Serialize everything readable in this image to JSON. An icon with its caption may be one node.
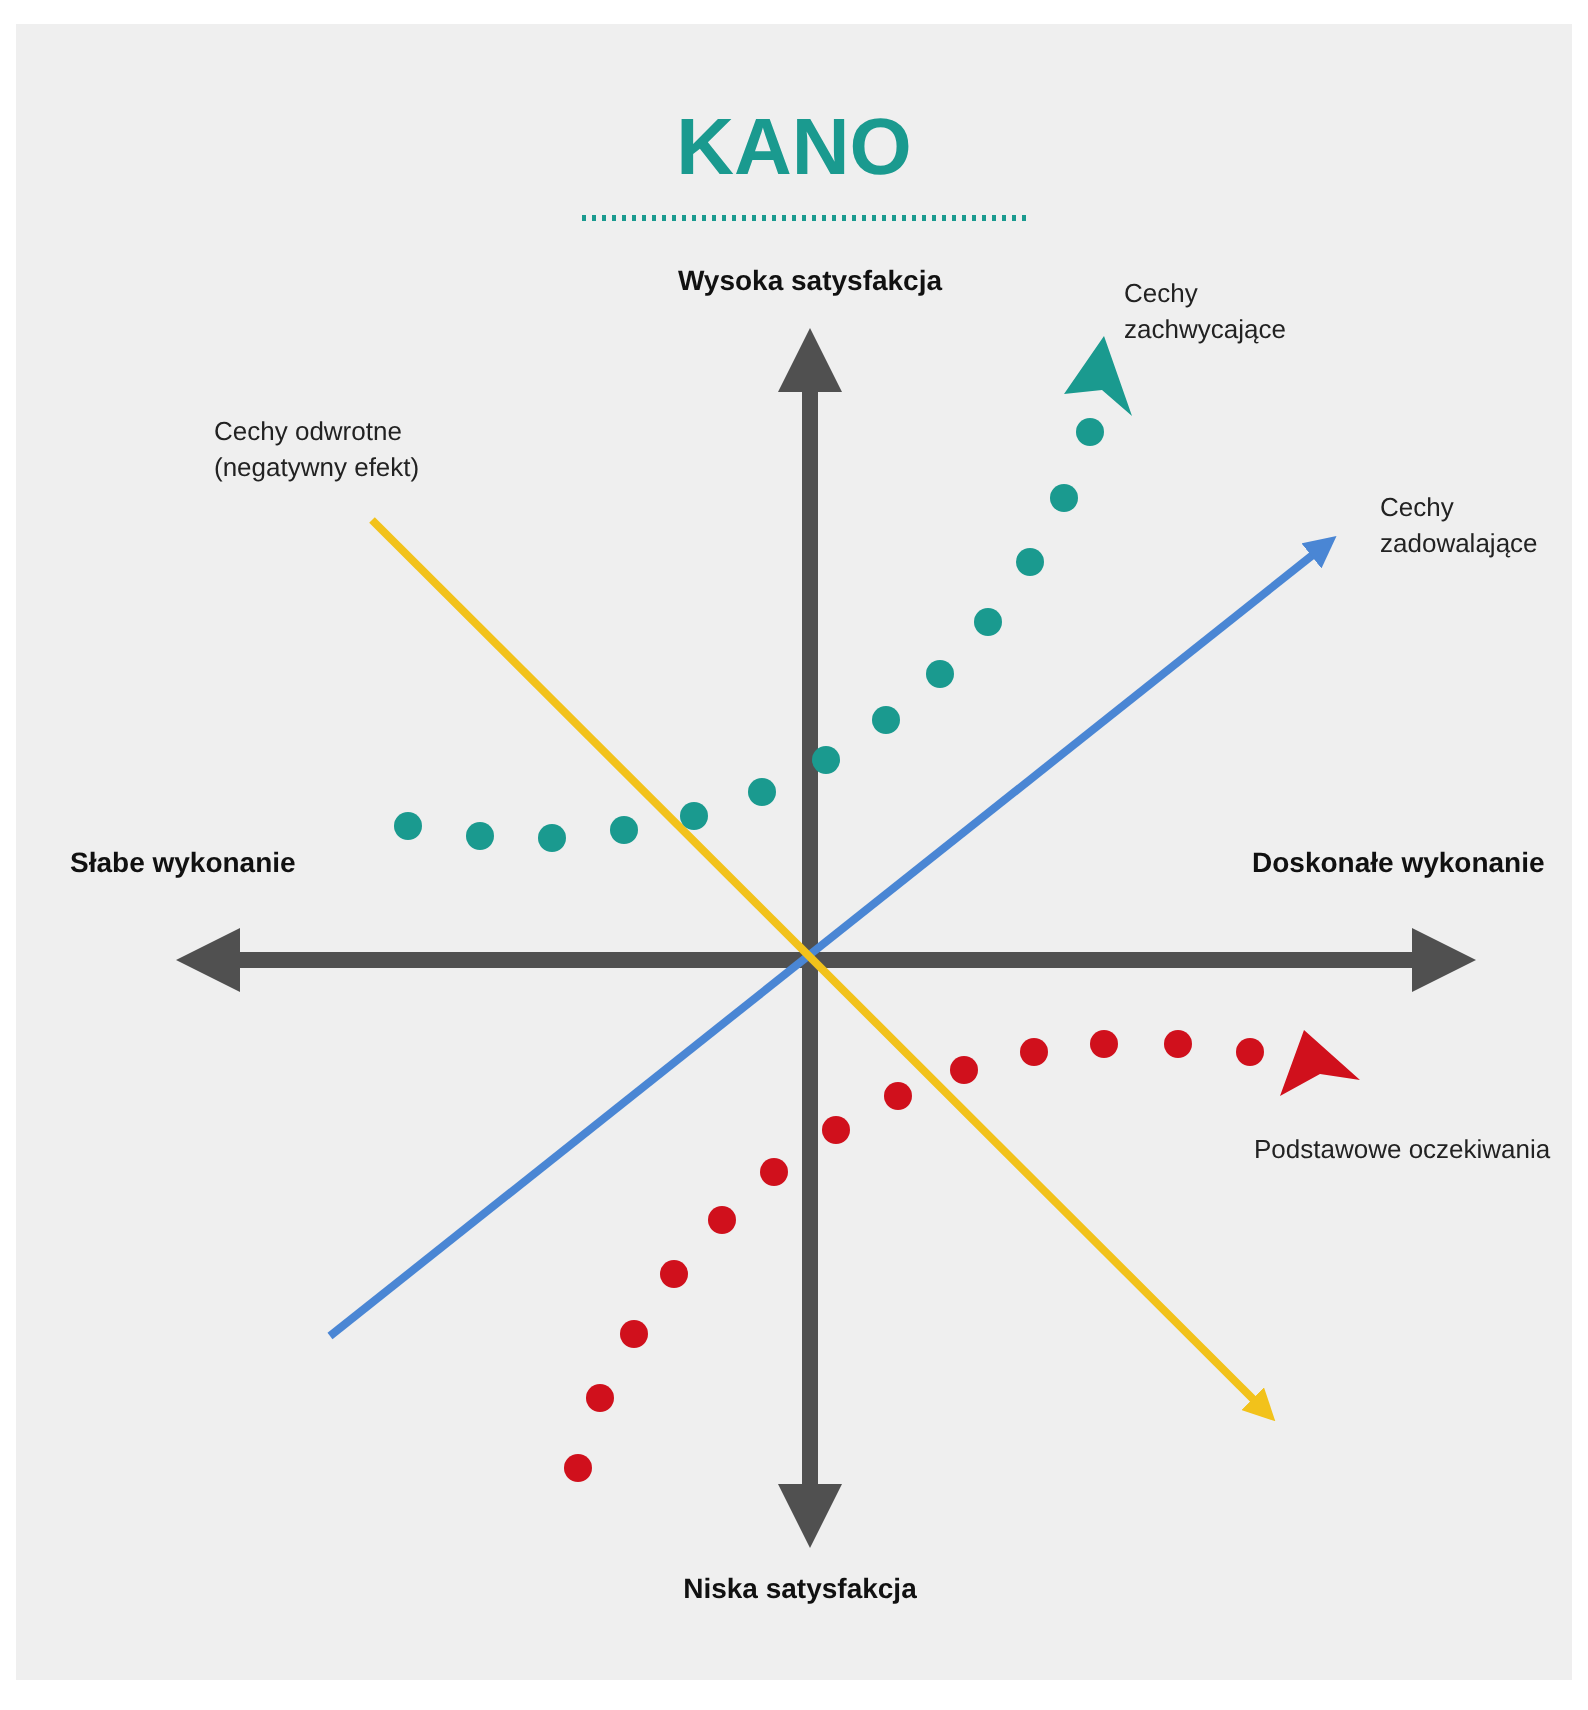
{
  "diagram": {
    "title": "KANO",
    "labels": [
      "Wysoka satysfakcja",
      "Cechy zachwycające",
      "Cechy odwrotne (negatywny efekt)",
      "Cechy zadowalające",
      "Słabe wykonanie",
      "Doskonałe wykonanie",
      "Podstawowe oczekiwania",
      "Niska satysfakcja"
    ]
  }
}
